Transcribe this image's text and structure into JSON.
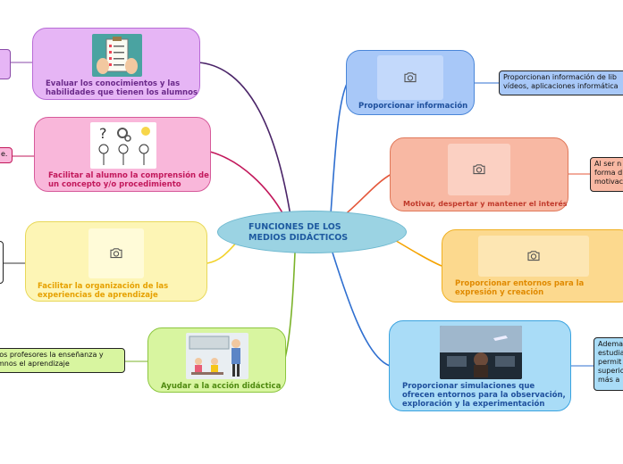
{
  "center": {
    "title_line1": "FUNCIONES DE LOS",
    "title_line2": "MEDIOS DIDÁCTICOS"
  },
  "left_topics": [
    {
      "label_line1": "Evaluar los conocimientos y las",
      "label_line2": "habilidades que tienen los alumnos",
      "color": "#e6b5f5",
      "text_color": "#6b2a8a",
      "icon": "clipboard-checklist-icon"
    },
    {
      "label_line1": "Facilitar al alumno la comprensión de",
      "label_line2": "un concepto y/o procedimiento",
      "color": "#f9b7da",
      "text_color": "#c2185b",
      "icon": "thinking-people-icon"
    },
    {
      "label_line1": "Facilitar la organización de las",
      "label_line2": "experiencias de aprendizaje",
      "color": "#fdf5b5",
      "text_color": "#e6a100",
      "icon": "camera-icon"
    },
    {
      "label_line1": "Ayudar a la acción didáctica",
      "label_line2": "",
      "color": "#d8f5a0",
      "text_color": "#4f8a10",
      "icon": "classroom-icon"
    }
  ],
  "right_topics": [
    {
      "label_line1": "Proporcionar información",
      "label_line2": "",
      "label_line3": "",
      "color": "#a8c8f8",
      "text_color": "#1e4f9c",
      "icon": "camera-icon"
    },
    {
      "label_line1": "Motivar, despertar y mantener el interés",
      "label_line2": "",
      "label_line3": "",
      "color": "#f8b8a3",
      "text_color": "#c0392b",
      "icon": "camera-icon"
    },
    {
      "label_line1": "Proporcionar entornos para la",
      "label_line2": "expresión y creación",
      "label_line3": "",
      "color": "#fcd98e",
      "text_color": "#e08a00",
      "icon": "camera-icon"
    },
    {
      "label_line1": "Proporcionar simulaciones que",
      "label_line2": "ofrecen entornos para la observación,",
      "label_line3": "exploración y la experimentación",
      "color": "#a9dcf7",
      "text_color": "#1e4f9c",
      "icon": "cockpit-simulator-icon"
    }
  ],
  "notes": {
    "right_info": {
      "line1": "Proporcionan información de lib",
      "line2": "vídeos, aplicaciones informática"
    },
    "right_motivar": {
      "line1": "Al ser n",
      "line2": "forma d",
      "line3": "motivac"
    },
    "right_sim": {
      "line1": "Adema",
      "line2": "estudia",
      "line3": "permit",
      "line4": "superio",
      "line5": "más a"
    },
    "left_ayudar": {
      "line1": "los profesores la enseñanza y",
      "line2": "mnos el aprendizaje"
    },
    "left_comprension": {
      "line1": "e."
    }
  }
}
